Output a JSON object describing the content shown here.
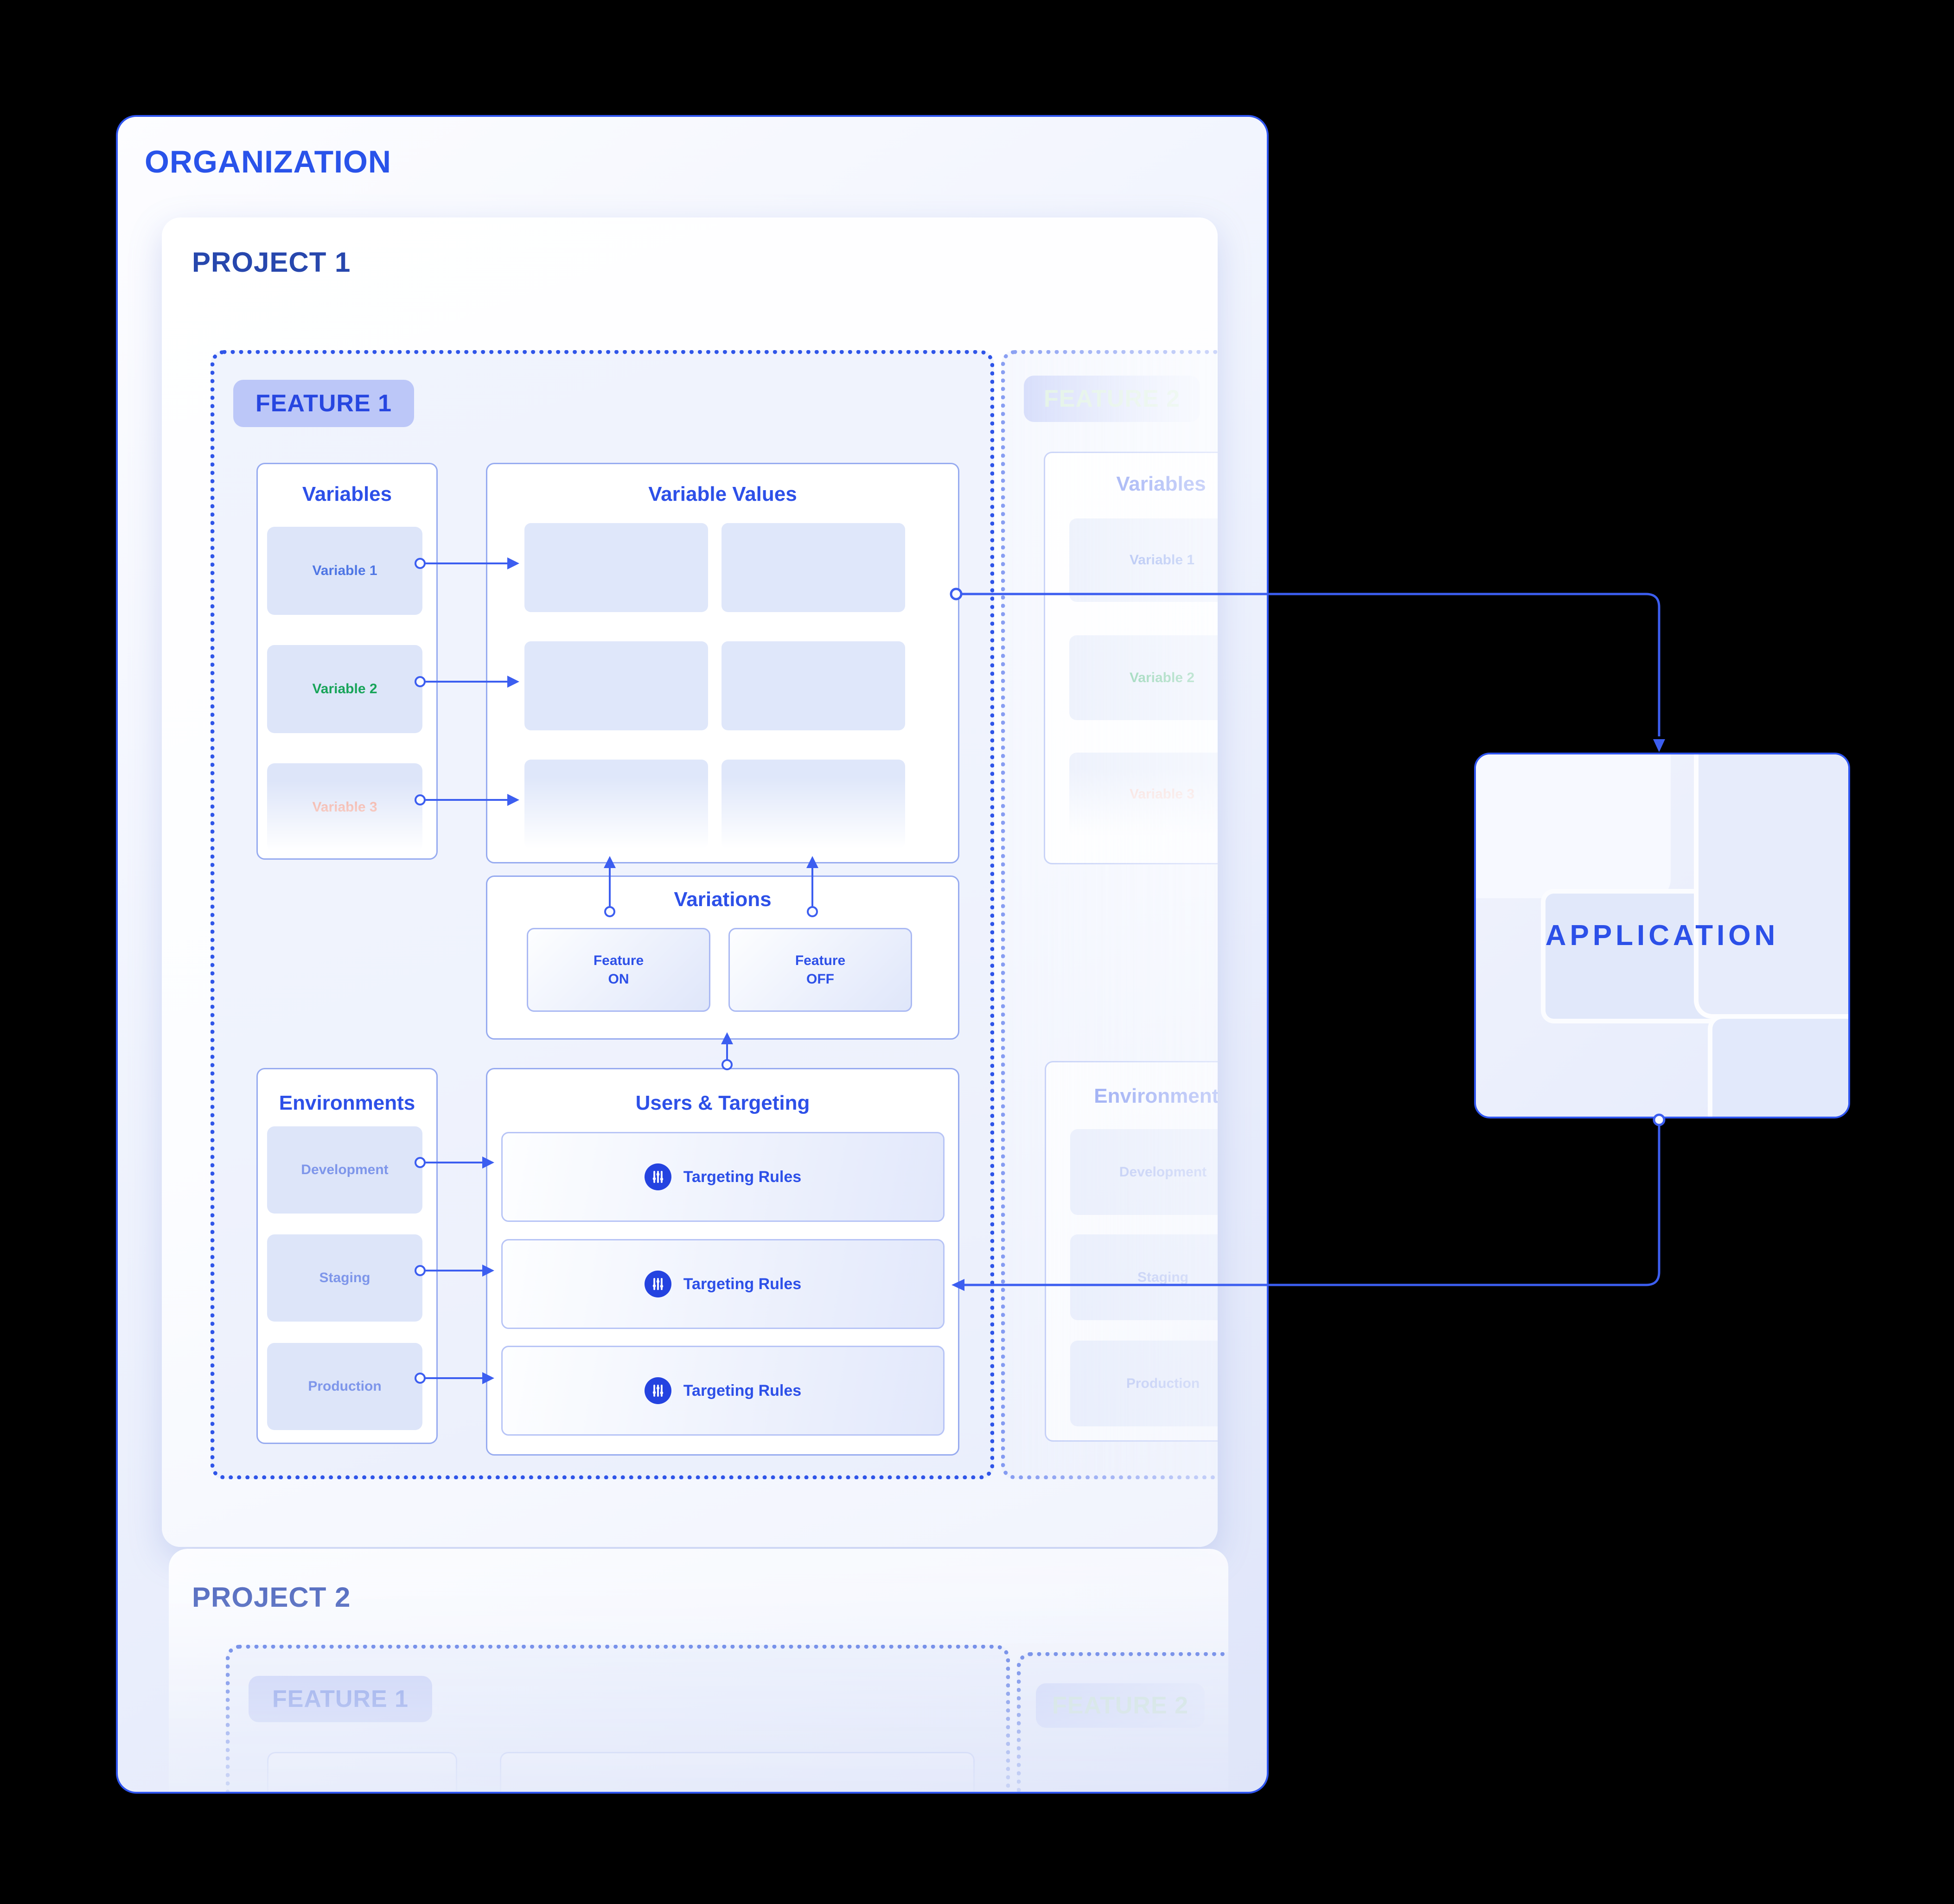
{
  "organization": {
    "title": "ORGANIZATION"
  },
  "application": {
    "title": "APPLICATION"
  },
  "projects": [
    {
      "title": "PROJECT 1",
      "features": [
        {
          "badge": "FEATURE 1",
          "variables": {
            "title": "Variables",
            "items": [
              {
                "label": "Variable 1"
              },
              {
                "label": "Variable 2"
              },
              {
                "label": "Variable 3"
              }
            ]
          },
          "variable_values": {
            "title": "Variable Values"
          },
          "variations": {
            "title": "Variations",
            "options": [
              {
                "line1": "Feature",
                "line2": "ON"
              },
              {
                "line1": "Feature",
                "line2": "OFF"
              }
            ]
          },
          "environments": {
            "title": "Environments",
            "items": [
              {
                "label": "Development"
              },
              {
                "label": "Staging"
              },
              {
                "label": "Production"
              }
            ]
          },
          "users_targeting": {
            "title": "Users & Targeting",
            "rows": [
              {
                "label": "Targeting Rules"
              },
              {
                "label": "Targeting Rules"
              },
              {
                "label": "Targeting Rules"
              }
            ]
          }
        },
        {
          "badge": "FEATURE 2",
          "variables": {
            "title": "Variables",
            "items": [
              {
                "label": "Variable 1"
              },
              {
                "label": "Variable 2"
              },
              {
                "label": "Variable 3"
              }
            ]
          },
          "environments": {
            "title": "Environments",
            "items": [
              {
                "label": "Development"
              },
              {
                "label": "Staging"
              },
              {
                "label": "Production"
              }
            ]
          }
        }
      ]
    },
    {
      "title": "PROJECT 2",
      "features": [
        {
          "badge": "FEATURE 1"
        },
        {
          "badge": "FEATURE 2"
        }
      ]
    }
  ],
  "colors": {
    "accent_blue": "#2c50e8",
    "connector_blue": "#3c5ef0",
    "badge_bg": "#bcc7f8",
    "chip_bg": "#dde5f9",
    "variable2_green": "#18a45a",
    "variable3_salmon": "#f0a092",
    "feature2_mint": "#cde9d2"
  }
}
